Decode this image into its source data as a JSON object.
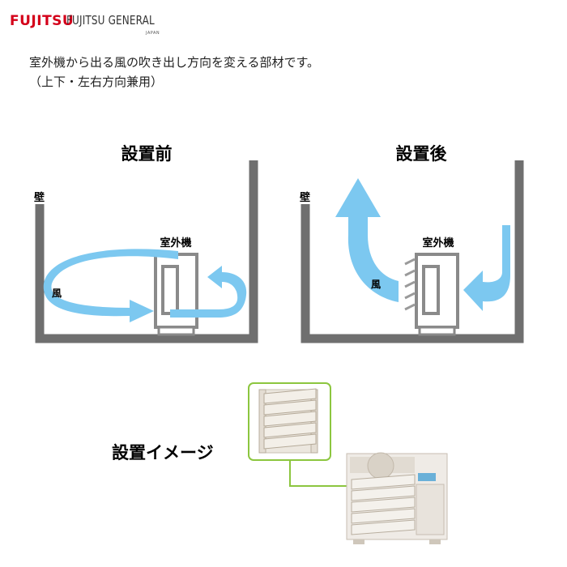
{
  "logo": {
    "mark": "FUJITSU",
    "brand": "FUJITSU GENERAL",
    "sub": "JAPAN"
  },
  "description": {
    "line1": "室外機から出る風の吹き出し方向を変える部材です。",
    "line2": "（上下・左右方向兼用）"
  },
  "before": {
    "title": "設置前",
    "wall_label": "壁",
    "unit_label": "室外機",
    "wind_label": "風"
  },
  "after": {
    "title": "設置後",
    "wall_label": "壁",
    "unit_label": "室外機",
    "wind_label": "風"
  },
  "image_caption": "設置イメージ",
  "colors": {
    "brand_red": "#d4001a",
    "wall_gray": "#6f6f6f",
    "unit_gray": "#8a8a8a",
    "wind_blue": "#7cc8f0",
    "accent_green": "#8cc63f",
    "louver_beige": "#e4ddd3"
  }
}
